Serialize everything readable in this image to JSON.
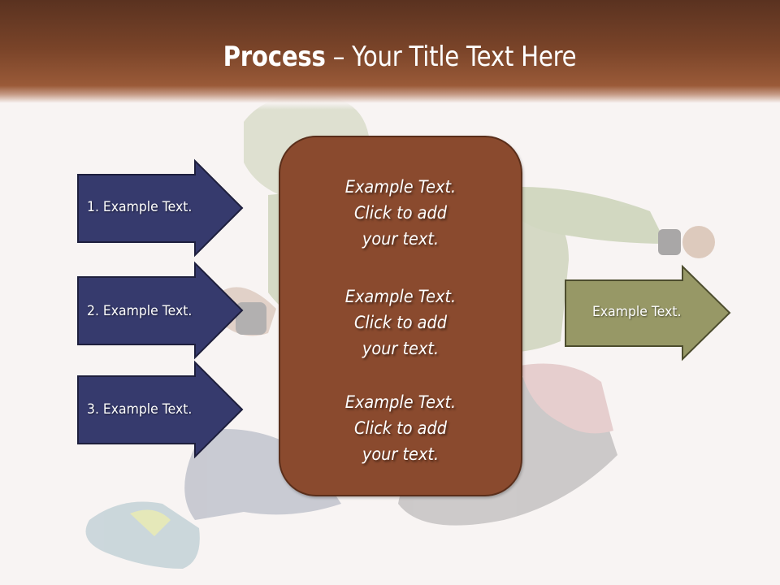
{
  "slide": {
    "title": {
      "bold": "Process",
      "rest": " – Your Title Text Here"
    },
    "colors": {
      "header_top": "#5a3220",
      "header_bottom": "#9a5a38",
      "left_arrow_fill": "#363a6d",
      "left_arrow_border": "#1e1f3d",
      "center_box_fill": "#8a4a2e",
      "center_box_border": "#5a2e1a",
      "right_arrow_fill": "#979866",
      "right_arrow_border": "#4d4d2e",
      "background": "#f8f4f3"
    },
    "left_arrows": [
      {
        "label": "1. Example Text."
      },
      {
        "label": "2. Example Text."
      },
      {
        "label": "3. Example Text."
      }
    ],
    "center_box": {
      "blocks": [
        {
          "lines": [
            "Example Text.",
            "Click  to add",
            "your text."
          ]
        },
        {
          "lines": [
            "Example Text.",
            "Click  to add",
            "your text."
          ]
        },
        {
          "lines": [
            "Example Text.",
            "Click  to add",
            "your text."
          ]
        }
      ]
    },
    "right_arrow": {
      "label": "Example Text."
    },
    "background_image": {
      "description": "faded photo of a person jumping in green hoodie, jeans and colorful sneakers"
    }
  }
}
